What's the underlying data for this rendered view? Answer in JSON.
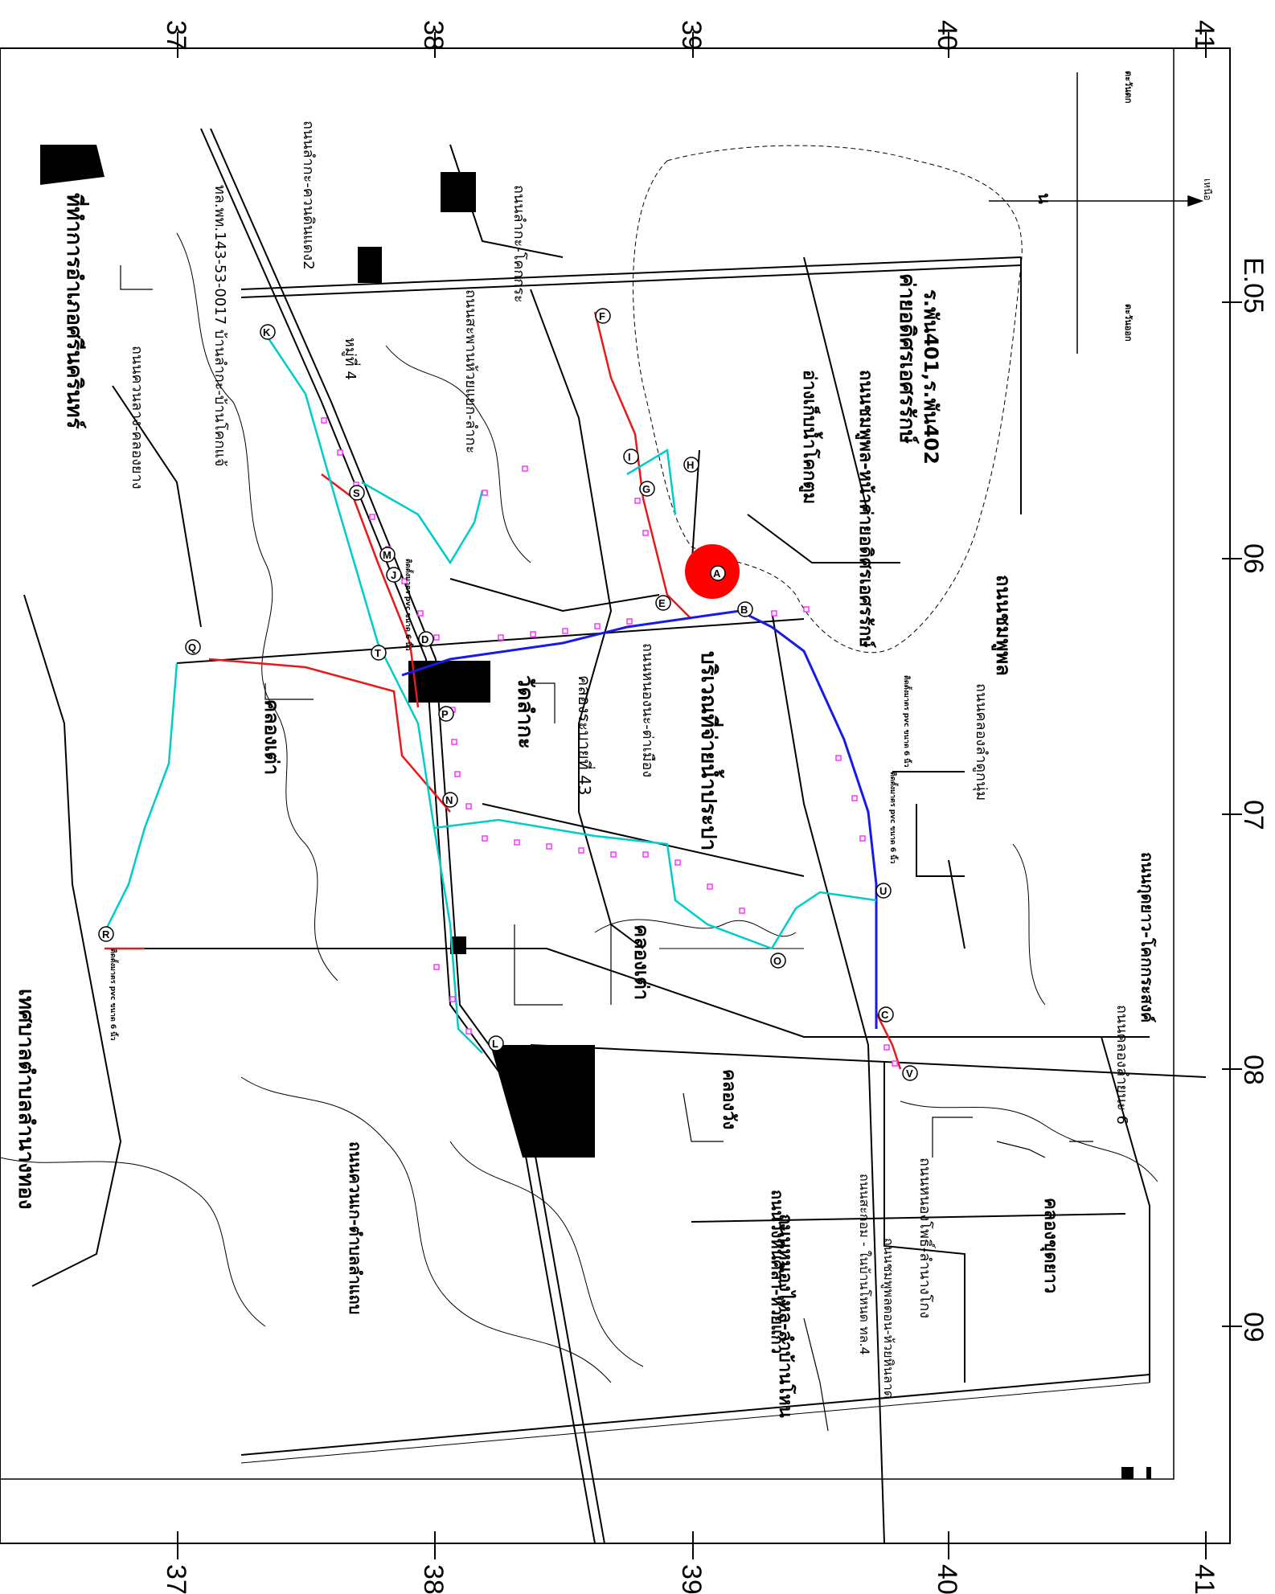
{
  "grid": {
    "northings_top": [
      "37",
      "38",
      "39",
      "40",
      "41"
    ],
    "northings_bottom": [
      "37",
      "38",
      "39",
      "40",
      "41"
    ],
    "eastings": [
      "E.05",
      "06",
      "07",
      "08",
      "09"
    ]
  },
  "north_arrow": {
    "symbol": "น",
    "north_label": "เหนือ",
    "east_label": "ตะวันออก",
    "west_label": "ตะวันตก"
  },
  "labels": {
    "water_main_area": "บริเวณที่จ่ายน้ำประปา",
    "camp": "ค่ายอดิศรเอศรรักษ์",
    "camp_unit": "ร.พัน401,ร.พัน402",
    "reservoir": "อ่างเก็บน้ำโคกตูม",
    "temple": "วัดลำกะ",
    "canal_tao": "คลองเต่า",
    "canal_tao2": "คลองเต่า",
    "canal_wang": "คลองวัง",
    "canal_khut": "คลองขุดยาว",
    "office_left": "ที่ทำการอำเภอศรีนครินทร์",
    "municipality": "เทศบาลตำบลลำนางทอง",
    "road_chom_phon": "ถนนชมพูพล",
    "road_dinding": "ถนนวังหินศิลา-ห้วยแก้ว",
    "road_mid": "ถนนชมพูพล-หน้าค่ายอดิศรเอศรรักษ์",
    "road_route": "ทล.พท.143-53-0017 บ้านลำกะ-บ้านโคกแจ้",
    "road_left_top": "ถนนลำกะ-ควนดินแดง2",
    "road_left_2": "ถนนควนลาง-คลองยาง",
    "road_khok": "ถนนลำกะ-โคกกระ",
    "road_left_3": "ถนนสะพานห้วยแยก-ลำกะ",
    "road_noi": "ถนนหนองนะ-ต่าเมือง",
    "road_bot": "ถนนควนเก-ตำบลลำแถบ",
    "road_long": "ถนนหนองไหล-ลำบ้านโหน",
    "road_kut": "ถนนกุดยาว-โคกกระสงค์",
    "road_6": "ถนนคลองลำยนะ 6",
    "road_kut_2": "ถนนคลองลำดูกนุ่ม",
    "road_nong": "ถนนหนองโพธิ์-ลำนางโกง",
    "road_sakom": "ถนนสะกอม - ในบ้านโหนด ทล.4",
    "road_pong": "ถนนชมพูพลตอน-ห้วยหินลาด",
    "moo_left": "หมู่ที่ 4",
    "canal_num": "คลองระบายที่ 43",
    "point_note": "ติดตั้งมาตร pvc ขนาด 6 นิ้ว"
  },
  "points": [
    "A",
    "B",
    "C",
    "D",
    "E",
    "F",
    "G",
    "H",
    "I",
    "J",
    "K",
    "L",
    "M",
    "N",
    "O",
    "P",
    "Q",
    "R",
    "S",
    "T",
    "U",
    "V"
  ],
  "colors": {
    "main_pipe": "#1a1ae6",
    "branch_pipe": "#00cccc",
    "old_pipe": "#e61a1a",
    "marker": "#ff33ff",
    "source": "#ff0000",
    "road": "#000000"
  }
}
